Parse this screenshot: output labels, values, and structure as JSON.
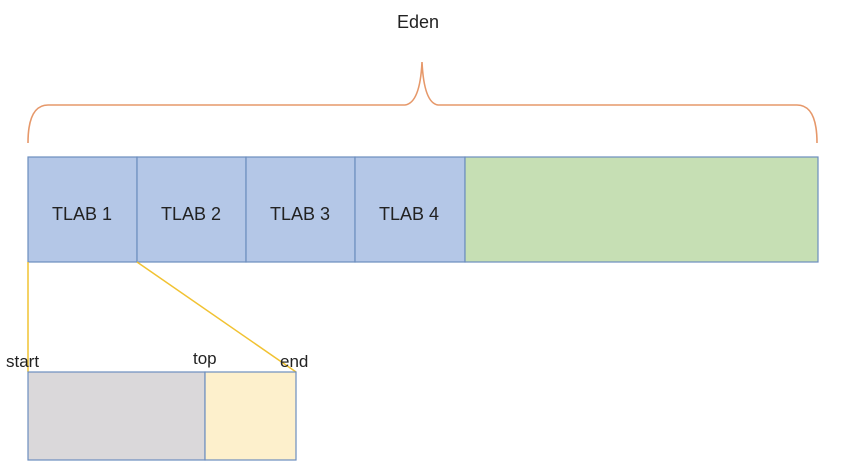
{
  "title": "Eden",
  "tlabs": [
    {
      "label": "TLAB 1"
    },
    {
      "label": "TLAB 2"
    },
    {
      "label": "TLAB 3"
    },
    {
      "label": "TLAB 4"
    }
  ],
  "detail": {
    "start_label": "start",
    "top_label": "top",
    "end_label": "end"
  },
  "colors": {
    "tlab_fill": "#b4c7e7",
    "tlab_stroke": "#6c8ebf",
    "free_fill": "#c6dfb4",
    "used_fill": "#dad8da",
    "unused_fill": "#fdf0cc",
    "brace": "#e6986a",
    "connector": "#f1c232",
    "text": "#222222"
  }
}
